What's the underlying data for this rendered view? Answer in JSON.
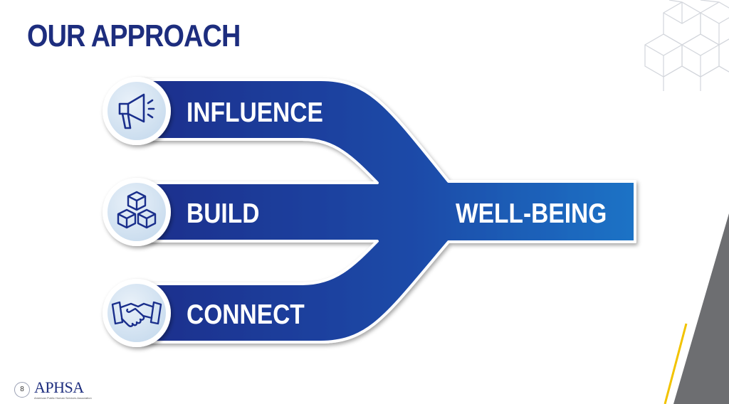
{
  "slide": {
    "title": "OUR APPROACH",
    "page_number": "8"
  },
  "diagram": {
    "branches": [
      {
        "label": "INFLUENCE",
        "icon": "megaphone-icon"
      },
      {
        "label": "BUILD",
        "icon": "blocks-icon"
      },
      {
        "label": "CONNECT",
        "icon": "handshake-icon"
      }
    ],
    "outcome": "WELL-BEING"
  },
  "logo": {
    "name": "APHSA",
    "subtitle": "American Public Human Services Association"
  },
  "colors": {
    "title": "#1d2d7e",
    "arrow_dark": "#1a2f8c",
    "arrow_light": "#1e73c6",
    "icon_bg": "#dce9f5",
    "gold_line": "#f2c300",
    "gray_wedge": "#6d6e71"
  }
}
